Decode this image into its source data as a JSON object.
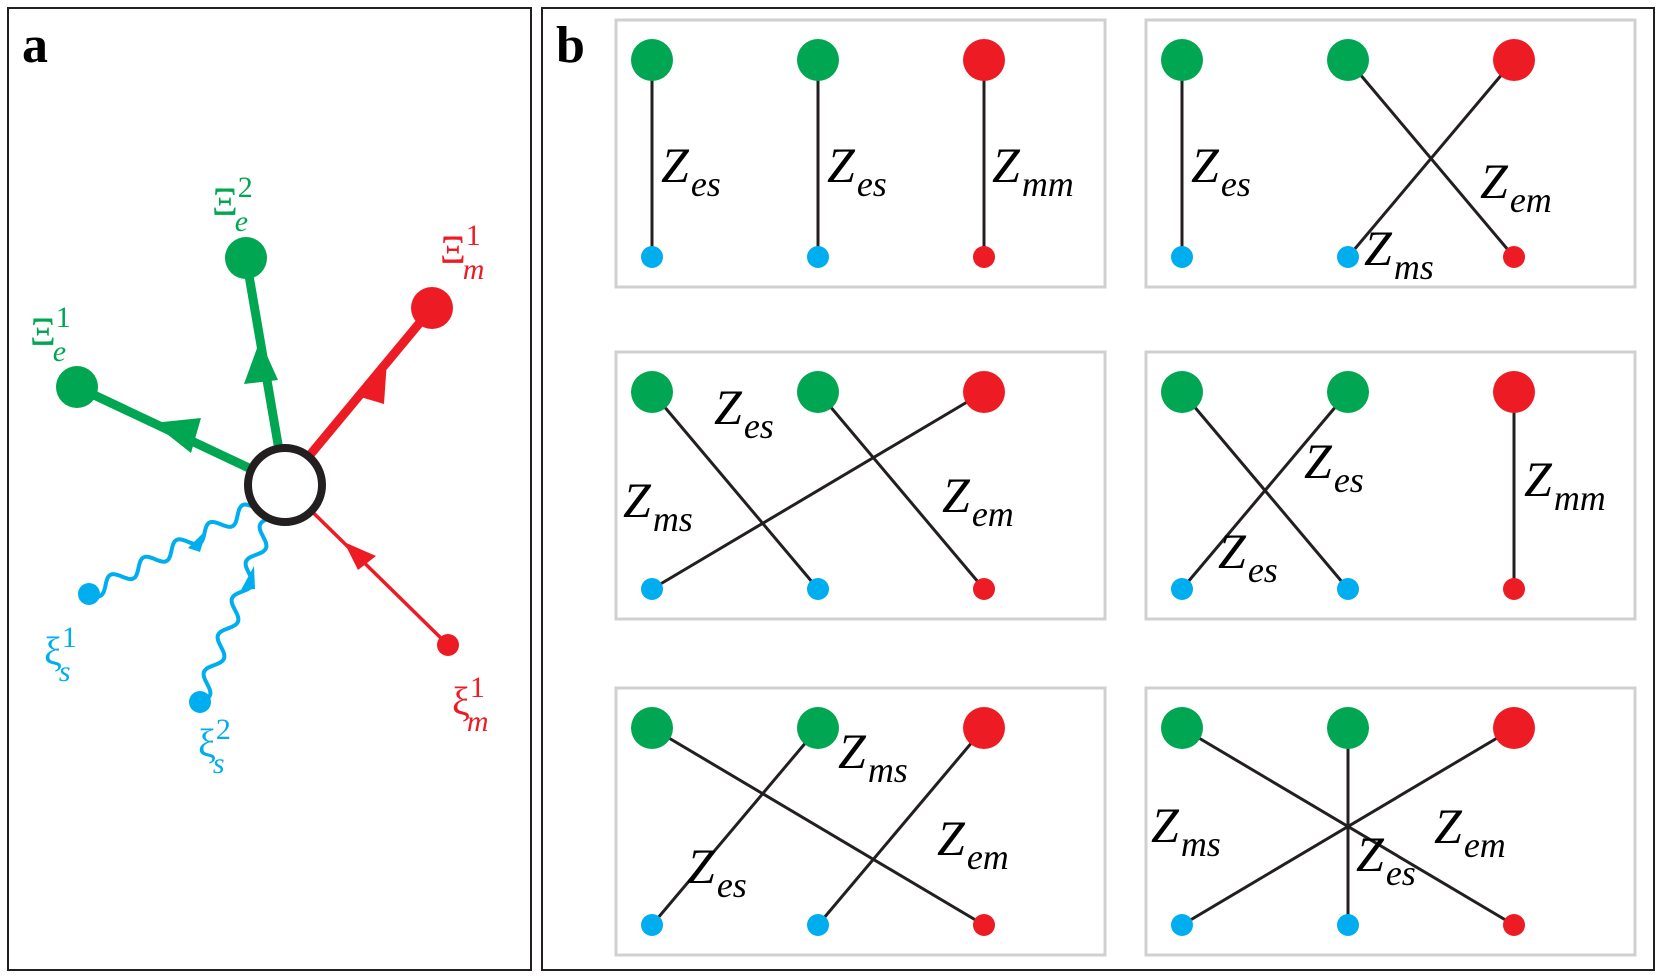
{
  "colors": {
    "green": "#00A651",
    "red": "#ED1C24",
    "blue": "#00AEEF",
    "black": "#231F20",
    "box": "#D0D0D0"
  },
  "panel_a": {
    "label": "a",
    "vertex": "open-circle",
    "legs": [
      {
        "id": "Xi_e1",
        "symbol": "Ξ",
        "sub": "e",
        "sup": "1",
        "color": "green",
        "style": "thick-arrow-outgoing"
      },
      {
        "id": "Xi_e2",
        "symbol": "Ξ",
        "sub": "e",
        "sup": "2",
        "color": "green",
        "style": "thick-arrow-outgoing"
      },
      {
        "id": "Xi_m1",
        "symbol": "Ξ",
        "sub": "m",
        "sup": "1",
        "color": "red",
        "style": "thick-arrow-outgoing"
      },
      {
        "id": "xi_s1",
        "symbol": "ξ",
        "sub": "s",
        "sup": "1",
        "color": "blue",
        "style": "wavy-arrow-incoming"
      },
      {
        "id": "xi_s2",
        "symbol": "ξ",
        "sub": "s",
        "sup": "2",
        "color": "blue",
        "style": "wavy-arrow-incoming"
      },
      {
        "id": "xi_m1",
        "symbol": "ξ",
        "sub": "m",
        "sup": "1",
        "color": "red",
        "style": "thin-arrow-incoming"
      }
    ]
  },
  "panel_b": {
    "label": "b",
    "top_nodes": [
      "green",
      "green",
      "red"
    ],
    "bottom_nodes": [
      "blue",
      "blue",
      "red"
    ],
    "pairings": [
      {
        "edges": [
          [
            0,
            0
          ],
          [
            1,
            1
          ],
          [
            2,
            2
          ]
        ],
        "labels": [
          {
            "edge": 0,
            "sub": "es"
          },
          {
            "edge": 1,
            "sub": "es"
          },
          {
            "edge": 2,
            "sub": "mm"
          }
        ]
      },
      {
        "edges": [
          [
            0,
            0
          ],
          [
            1,
            2
          ],
          [
            2,
            1
          ]
        ],
        "labels": [
          {
            "edge": 0,
            "sub": "es"
          },
          {
            "edge": 1,
            "sub": "em"
          },
          {
            "edge": 2,
            "sub": "ms"
          }
        ]
      },
      {
        "edges": [
          [
            0,
            1
          ],
          [
            1,
            2
          ],
          [
            2,
            0
          ]
        ],
        "labels": [
          {
            "edge": 0,
            "sub": "es"
          },
          {
            "edge": 2,
            "sub": "ms"
          },
          {
            "edge": 1,
            "sub": "em"
          }
        ]
      },
      {
        "edges": [
          [
            0,
            1
          ],
          [
            1,
            0
          ],
          [
            2,
            2
          ]
        ],
        "labels": [
          {
            "edge": 0,
            "sub": "es"
          },
          {
            "edge": 1,
            "sub": "es"
          },
          {
            "edge": 2,
            "sub": "mm"
          }
        ]
      },
      {
        "edges": [
          [
            0,
            2
          ],
          [
            1,
            0
          ],
          [
            2,
            1
          ]
        ],
        "labels": [
          {
            "edge": 2,
            "sub": "ms"
          },
          {
            "edge": 0,
            "sub": "em"
          },
          {
            "edge": 1,
            "sub": "es"
          }
        ]
      },
      {
        "edges": [
          [
            0,
            2
          ],
          [
            1,
            1
          ],
          [
            2,
            0
          ]
        ],
        "labels": [
          {
            "edge": 2,
            "sub": "ms"
          },
          {
            "edge": 1,
            "sub": "es"
          },
          {
            "edge": 0,
            "sub": "em"
          }
        ]
      }
    ],
    "label_symbol": "Z"
  }
}
